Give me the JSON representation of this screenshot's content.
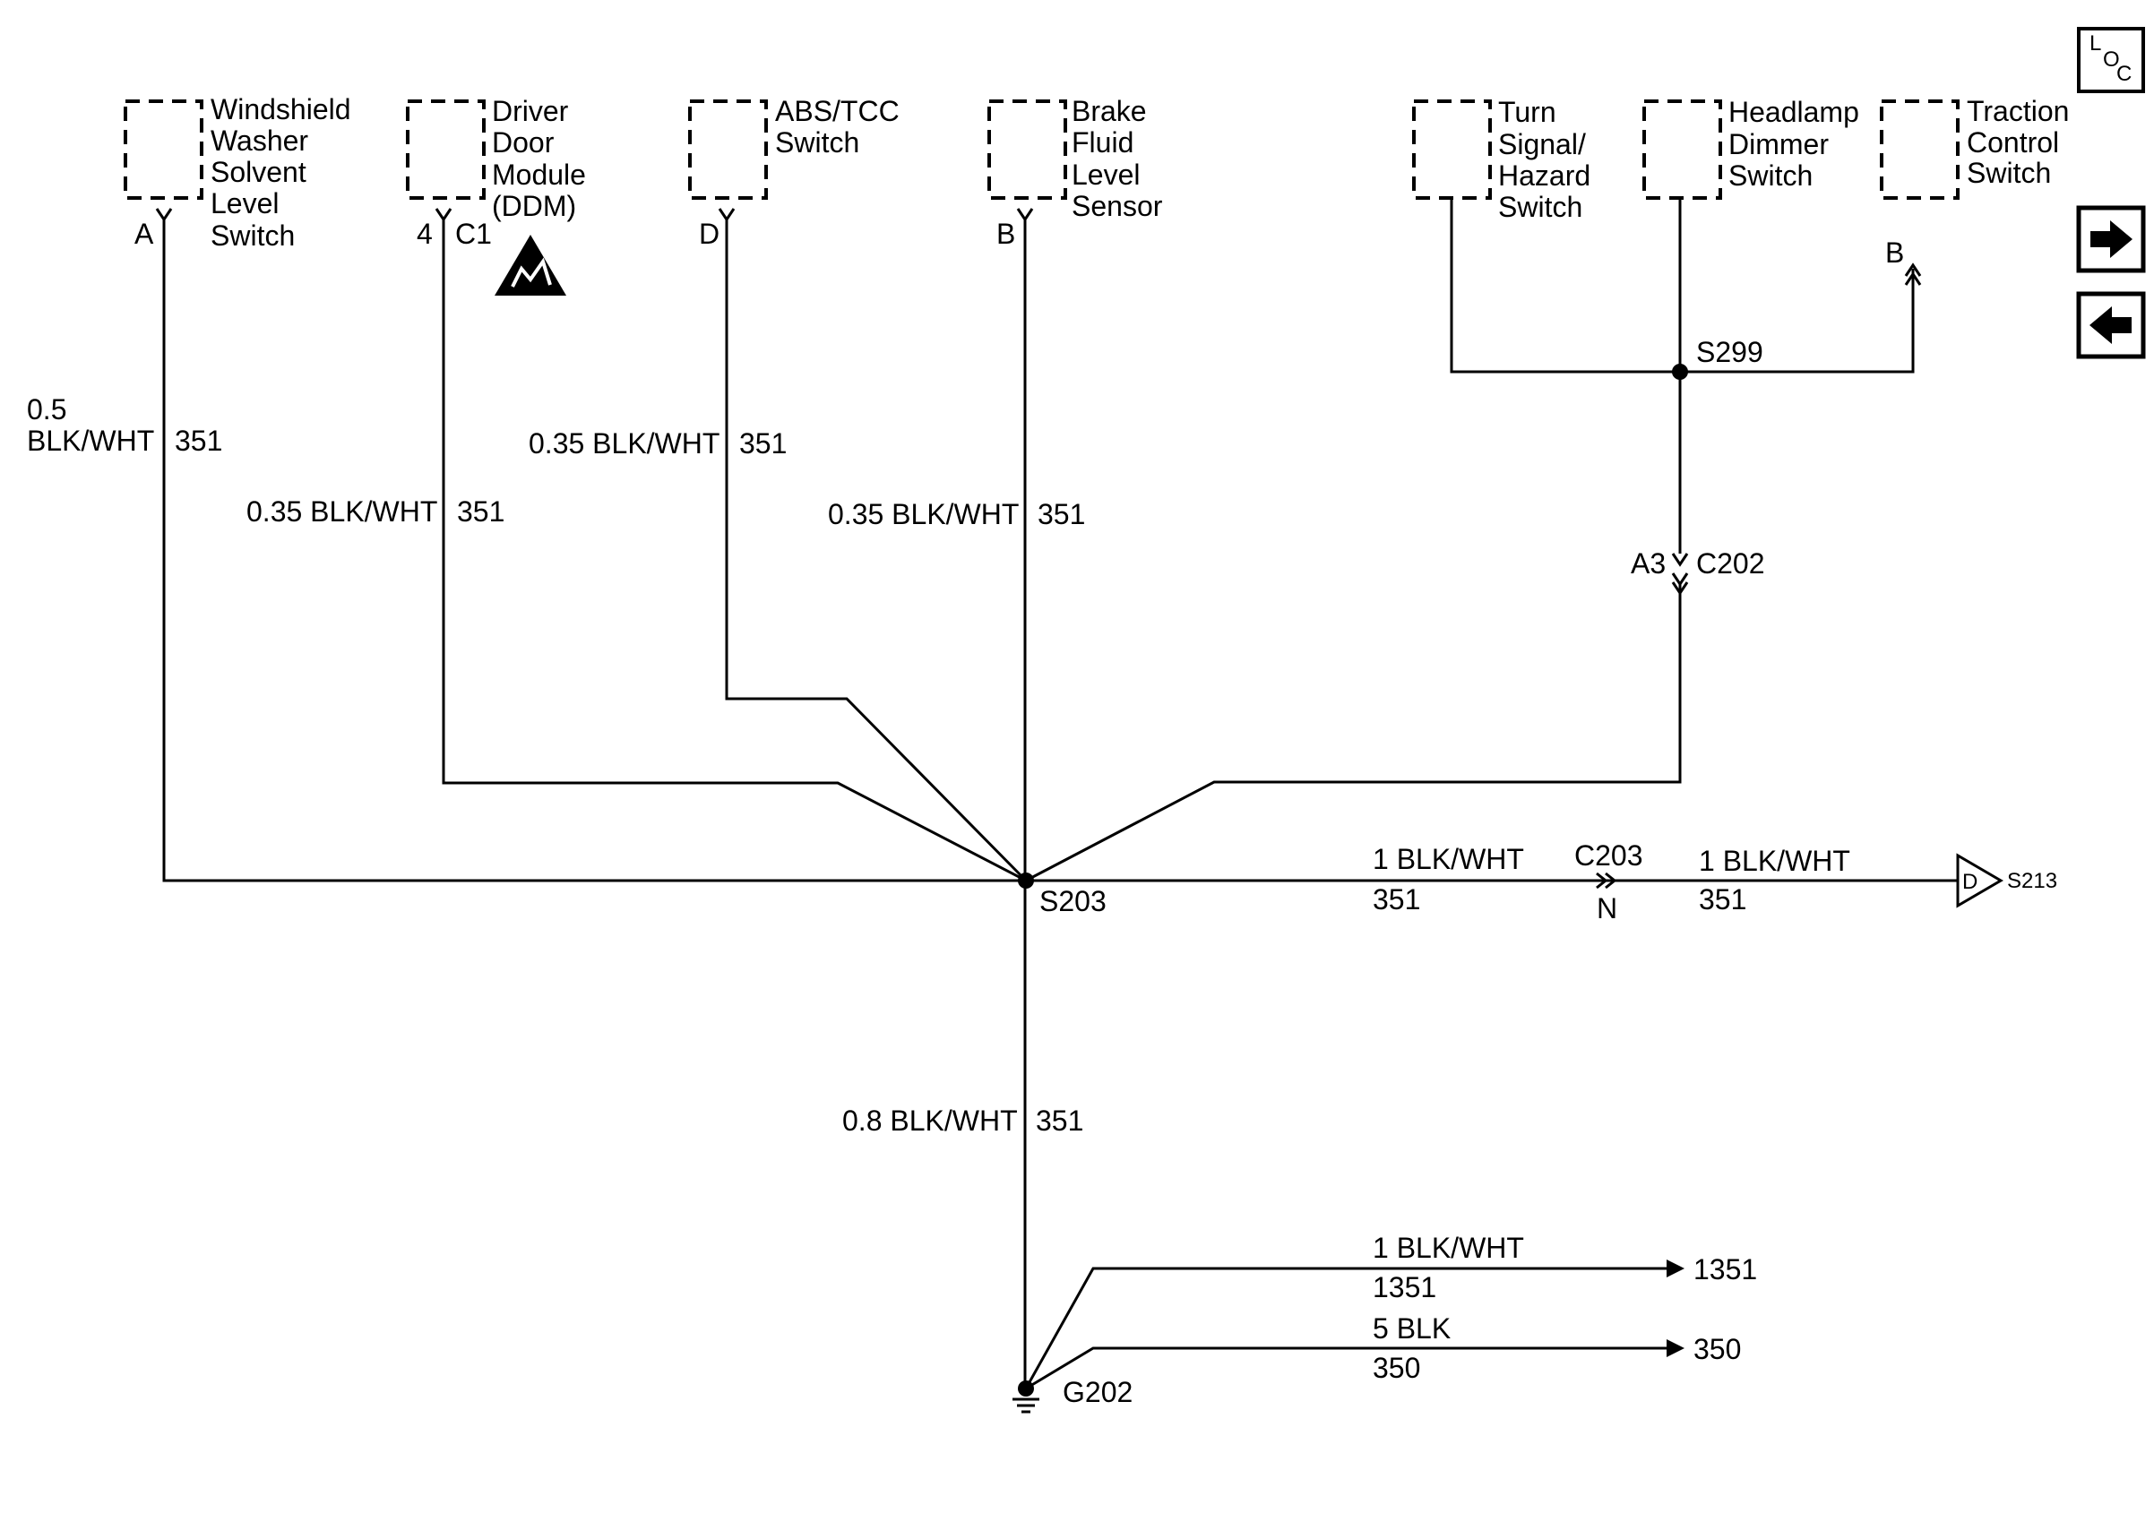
{
  "components": {
    "windshield_washer": [
      "Windshield",
      "Washer",
      "Solvent",
      "Level",
      "Switch"
    ],
    "driver_door_module": [
      "Driver",
      "Door",
      "Module",
      "(DDM)"
    ],
    "abs_tcc": [
      "ABS/TCC",
      "Switch"
    ],
    "brake_fluid": [
      "Brake",
      "Fluid",
      "Level",
      "Sensor"
    ],
    "turn_signal": [
      "Turn",
      "Signal/",
      "Hazard",
      "Switch"
    ],
    "headlamp_dimmer": [
      "Headlamp",
      "Dimmer",
      "Switch"
    ],
    "traction_control": [
      "Traction",
      "Control",
      "Switch"
    ]
  },
  "pins": {
    "washer": "A",
    "ddm_pin": "4",
    "ddm_connector": "C1",
    "abs": "D",
    "brake": "B",
    "traction": "B",
    "c202_pin": "A3",
    "c203_pin": "N"
  },
  "wires": {
    "washer_size": "0.5",
    "washer_color": "BLK/WHT",
    "washer_circuit": "351",
    "ddm_spec": "0.35 BLK/WHT",
    "ddm_circuit": "351",
    "abs_spec": "0.35 BLK/WHT",
    "abs_circuit": "351",
    "brake_spec": "0.35 BLK/WHT",
    "brake_circuit": "351",
    "ground_spec": "0.8 BLK/WHT",
    "ground_circuit": "351",
    "right1_spec": "1 BLK/WHT",
    "right1_circuit": "351",
    "right2_spec": "1 BLK/WHT",
    "right2_circuit": "351",
    "g1_spec": "1 BLK/WHT",
    "g1_circuit": "1351",
    "g1_dest": "1351",
    "g2_spec": "5 BLK",
    "g2_circuit": "350",
    "g2_dest": "350"
  },
  "splices": {
    "s203": "S203",
    "s299": "S299",
    "s213": "S213",
    "s213_letter": "D"
  },
  "connectors": {
    "c202": "C202",
    "c203": "C203"
  },
  "ground": "G202",
  "loc": {
    "l": "L",
    "o": "O",
    "c": "C"
  },
  "nav": {
    "next_icon": "right-arrow-icon",
    "prev_icon": "left-arrow-icon"
  },
  "icons": {
    "esd": "esd-warning-icon",
    "ground": "ground-icon"
  }
}
